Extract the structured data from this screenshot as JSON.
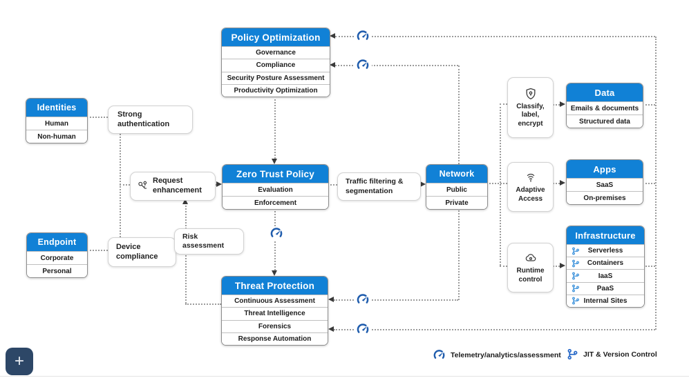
{
  "nodes": {
    "policy_optimization": {
      "title": "Policy Optimization",
      "rows": [
        "Governance",
        "Compliance",
        "Security Posture Assessment",
        "Productivity Optimization"
      ]
    },
    "identities": {
      "title": "Identities",
      "rows": [
        "Human",
        "Non-human"
      ]
    },
    "endpoint": {
      "title": "Endpoint",
      "rows": [
        "Corporate",
        "Personal"
      ]
    },
    "zero_trust_policy": {
      "title": "Zero Trust Policy",
      "rows": [
        "Evaluation",
        "Enforcement"
      ]
    },
    "network": {
      "title": "Network",
      "rows": [
        "Public",
        "Private"
      ]
    },
    "threat_protection": {
      "title": "Threat Protection",
      "rows": [
        "Continuous Assessment",
        "Threat Intelligence",
        "Forensics",
        "Response Automation"
      ]
    },
    "data": {
      "title": "Data",
      "rows": [
        "Emails & documents",
        "Structured data"
      ]
    },
    "apps": {
      "title": "Apps",
      "rows": [
        "SaaS",
        "On-premises"
      ]
    },
    "infrastructure": {
      "title": "Infrastructure",
      "rows": [
        "Serverless",
        "Containers",
        "IaaS",
        "PaaS",
        "Internal Sites"
      ]
    }
  },
  "controls": {
    "strong_authentication": "Strong authentication",
    "request_enhancement": "Request enhancement",
    "device_compliance": "Device compliance",
    "risk_assessment": "Risk assessment",
    "traffic_filtering": "Traffic filtering & segmentation",
    "classify_label_encrypt": "Classify, label, encrypt",
    "adaptive_access": "Adaptive Access",
    "runtime_control": "Runtime control"
  },
  "legend": {
    "telemetry_label": "Telemetry/analytics/assessment",
    "jit_label": "JIT & Version Control"
  },
  "fab": {
    "label": "+"
  },
  "icons": {
    "telemetry": "gauge-icon",
    "jit": "git-branch-icon",
    "infrastructure_rows": "git-branch-icon",
    "classify": "shield-lock-icon",
    "adaptive": "fingerprint-icon",
    "runtime": "cloud-control-icon",
    "request": "keys-icon",
    "fab": "plus-icon"
  },
  "colors": {
    "header_blue": "#1181d6",
    "telemetry_blue": "#1f5cad",
    "branch_blue": "#2e8ad8",
    "fab_navy": "#2d4767",
    "connector_gray": "#9b9b9b"
  }
}
